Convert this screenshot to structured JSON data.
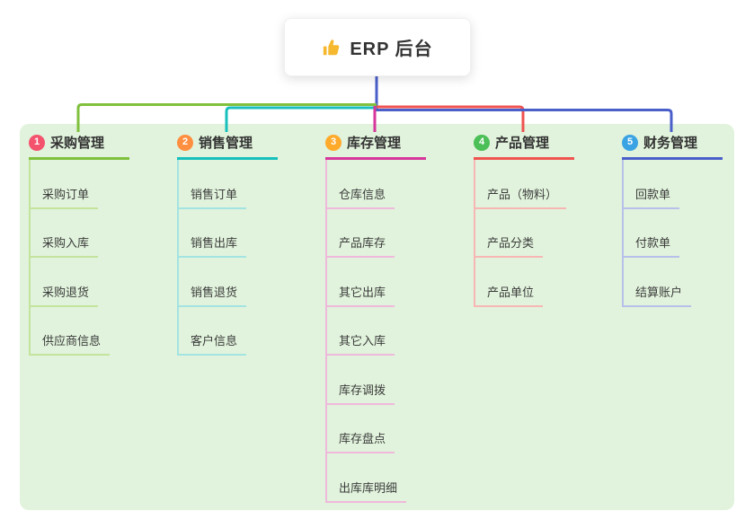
{
  "root": {
    "label": "ERP 后台",
    "icon": "thumbs-up-icon"
  },
  "board": {
    "background": "#e1f3dc"
  },
  "connector": {
    "root_color": "#4a5fc9"
  },
  "branches": [
    {
      "number": "1",
      "label": "采购管理",
      "badge_color": "#f4536e",
      "line_color": "#7fc03c",
      "child_line_color": "#c4e39c",
      "children": [
        "采购订单",
        "采购入库",
        "采购退货",
        "供应商信息"
      ]
    },
    {
      "number": "2",
      "label": "销售管理",
      "badge_color": "#ff8f40",
      "line_color": "#17c0bd",
      "child_line_color": "#a3e4e2",
      "children": [
        "销售订单",
        "销售出库",
        "销售退货",
        "客户信息"
      ]
    },
    {
      "number": "3",
      "label": "库存管理",
      "badge_color": "#ffaa2b",
      "line_color": "#d6369b",
      "child_line_color": "#efb9dc",
      "children": [
        "仓库信息",
        "产品库存",
        "其它出库",
        "其它入库",
        "库存调拨",
        "库存盘点",
        "出库库明细"
      ]
    },
    {
      "number": "4",
      "label": "产品管理",
      "badge_color": "#4cbf57",
      "line_color": "#ef5350",
      "child_line_color": "#f7b6b4",
      "children": [
        "产品（物料）",
        "产品分类",
        "产品单位"
      ]
    },
    {
      "number": "5",
      "label": "财务管理",
      "badge_color": "#3aa3e3",
      "line_color": "#4a5fc9",
      "child_line_color": "#b7c0ea",
      "children": [
        "回款单",
        "付款单",
        "结算账户"
      ]
    }
  ]
}
